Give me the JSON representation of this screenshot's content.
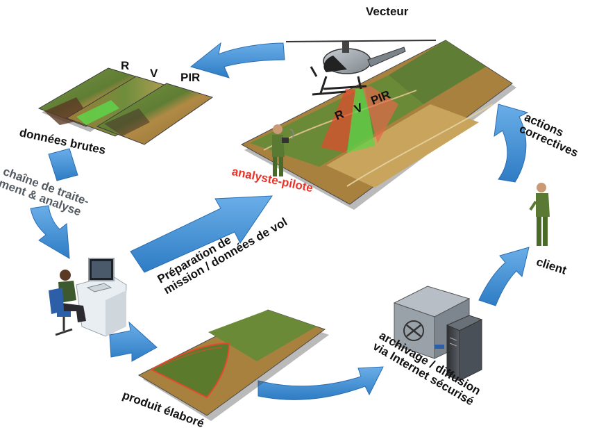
{
  "labels": {
    "vecteur": "Vecteur",
    "band_r": "R",
    "band_v": "V",
    "band_pir": "PIR",
    "heli_r": "R",
    "heli_v": "V",
    "heli_pir": "PIR",
    "donnees_brutes": "données brutes",
    "chaine_traitement": "chaîne de traite-\nment & analyse",
    "analyste_pilote": "analyste-pilote",
    "preparation": "Préparation de\nmission / données de vol",
    "actions_correctives": "actions\ncorrectives",
    "client": "client",
    "archivage": "archivage / diffusion\nvia Internet sécurisé",
    "produit_elabore": "produit élaboré"
  },
  "colors": {
    "arrow_blue": "#3f8fd6",
    "arrow_blue_dark": "#2a6db2",
    "field_green": "#6e8a3a",
    "field_brown": "#a8813f",
    "analyst_red": "#e8352a",
    "band_green": "#5fd34a",
    "band_red": "#e34a2e"
  },
  "icons": [
    "helicopter-icon",
    "pilot-icon",
    "operator-workstation-icon",
    "client-person-icon",
    "safe-server-icon"
  ]
}
